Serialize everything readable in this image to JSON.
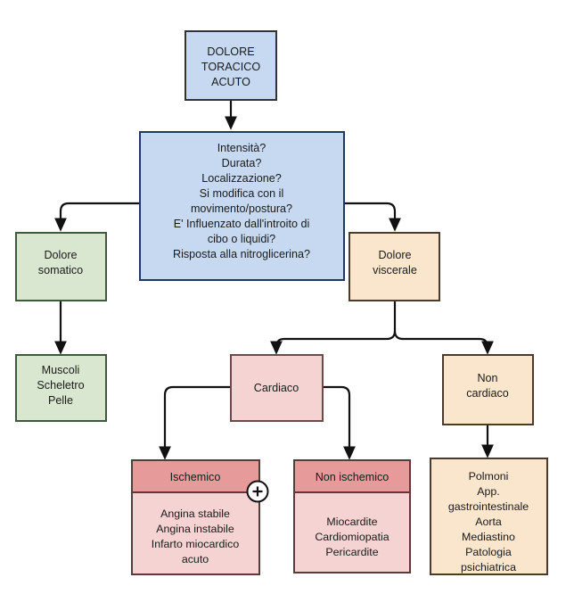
{
  "diagram": {
    "title_node": {
      "id": "dolore-toracico-acuto",
      "lines": [
        "DOLORE",
        "TORACICO",
        "ACUTO"
      ],
      "fill": "#c6d9f0",
      "stroke": "#333333"
    },
    "decision_node": {
      "id": "valutazione-clinica",
      "lines": [
        "Intensità?",
        "Durata?",
        "Localizzazione?",
        "Si modifica con il",
        "movimento/postura?",
        "E' Influenzato dall'introito di",
        "cibo o liquidi?",
        "Risposta alla nitroglicerina?"
      ],
      "fill": "#c6d9f0",
      "stroke": "#1f3864"
    },
    "somatico_node": {
      "id": "dolore-somatico",
      "lines": [
        "Dolore",
        "somatico"
      ],
      "fill": "#d9e7d0",
      "stroke": "#3d5a3d"
    },
    "somatico_detail_node": {
      "id": "muscoli-scheletro-pelle",
      "lines": [
        "Muscoli",
        "Scheletro",
        "Pelle"
      ],
      "fill": "#d9e7d0",
      "stroke": "#3d5a3d"
    },
    "viscerale_node": {
      "id": "dolore-viscerale",
      "lines": [
        "Dolore",
        "viscerale"
      ],
      "fill": "#fae5cd",
      "stroke": "#4a3b2c"
    },
    "cardiaco_node": {
      "id": "cardiaco",
      "lines": [
        "Cardiaco"
      ],
      "fill": "#f5d3d3",
      "stroke": "#6b4a4a"
    },
    "non_cardiaco_node": {
      "id": "non-cardiaco",
      "lines": [
        "Non",
        "cardiaco"
      ],
      "fill": "#fae5cd",
      "stroke": "#4a3b2c"
    },
    "ischemico_node": {
      "id": "ischemico",
      "header": "Ischemico",
      "lines": [
        "Angina stabile",
        "Angina instabile",
        "Infarto miocardico",
        "acuto"
      ],
      "header_fill": "#e79a9a",
      "body_fill": "#f5d3d3",
      "stroke": "#5c3a3a",
      "badge": "+"
    },
    "non_ischemico_node": {
      "id": "non-ischemico",
      "header": "Non ischemico",
      "lines": [
        "Miocardite",
        "Cardiomiopatia",
        "Pericardite"
      ],
      "header_fill": "#e79a9a",
      "body_fill": "#f5d3d3",
      "stroke": "#5c3a3a"
    },
    "non_cardiaco_detail_node": {
      "id": "cause-non-cardiache",
      "lines": [
        "Polmoni",
        "App.",
        "gastrointestinale",
        "Aorta",
        "Mediastino",
        "Patologia",
        "psichiatrica"
      ],
      "fill": "#fae5cd",
      "stroke": "#4a3b2c"
    },
    "connector_color": "#111111"
  }
}
